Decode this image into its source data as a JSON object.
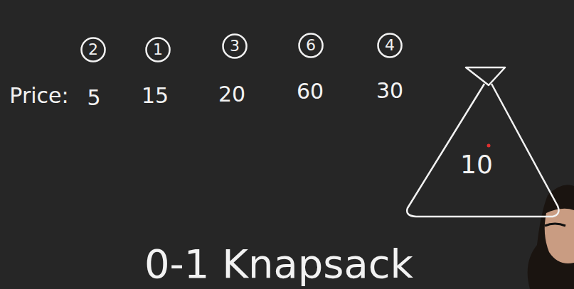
{
  "diagram": {
    "title": "0-1 Knapsack",
    "nodes": [
      {
        "text": [
          "2"
        ]
      },
      {
        "text": [
          "1"
        ]
      },
      {
        "text": [
          "3"
        ]
      },
      {
        "text": [
          "6"
        ]
      },
      {
        "text": [
          "4"
        ]
      },
      {
        "text": [
          "10"
        ]
      }
    ],
    "labels": [
      "Price:",
      "5",
      "15",
      "20",
      "60",
      "30"
    ]
  }
}
